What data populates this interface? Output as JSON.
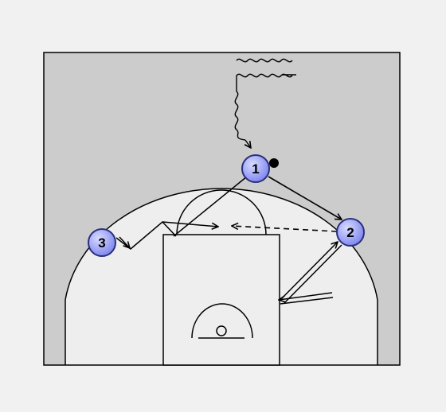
{
  "colors": {
    "page_background": "#f1f1f1",
    "court_floor": "#cccccc",
    "paint": "#eeeeee",
    "lines": "#000000",
    "player_fill_inner": "#d8dcff",
    "player_fill_outer": "#7b83ee",
    "player_outline": "#2a2f7a",
    "ball": "#000000"
  },
  "players": [
    {
      "label": "1",
      "has_ball": true
    },
    {
      "label": "2",
      "has_ball": false
    },
    {
      "label": "3",
      "has_ball": false
    }
  ],
  "actions": [
    {
      "type": "dribble",
      "from": "off-screen",
      "to": "player-1"
    },
    {
      "type": "cut",
      "from": "player-1",
      "to": "player-2"
    },
    {
      "type": "pass",
      "from": "player-2",
      "to": "elbow-right"
    },
    {
      "type": "cut",
      "from": "player-3",
      "to": "elbow-left"
    },
    {
      "type": "screen",
      "from": "player-2",
      "to": "block-right"
    },
    {
      "type": "cut",
      "from": "player-1",
      "to": "paint-left"
    }
  ]
}
